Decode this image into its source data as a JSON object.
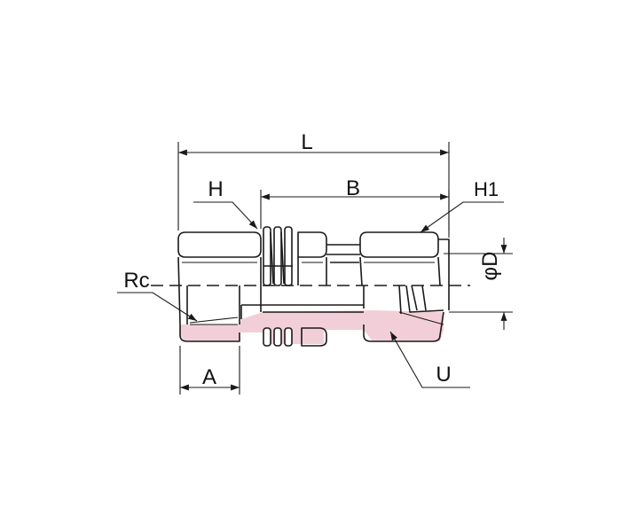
{
  "diagram": {
    "labels": {
      "L": "L",
      "H": "H",
      "B": "B",
      "H1": "H1",
      "phiD": "φD",
      "Rc": "Rc",
      "A": "A",
      "U": "U"
    },
    "colors": {
      "line": "#1a1a1a",
      "section_fill": "#f2cfd8",
      "background": "#ffffff"
    }
  }
}
